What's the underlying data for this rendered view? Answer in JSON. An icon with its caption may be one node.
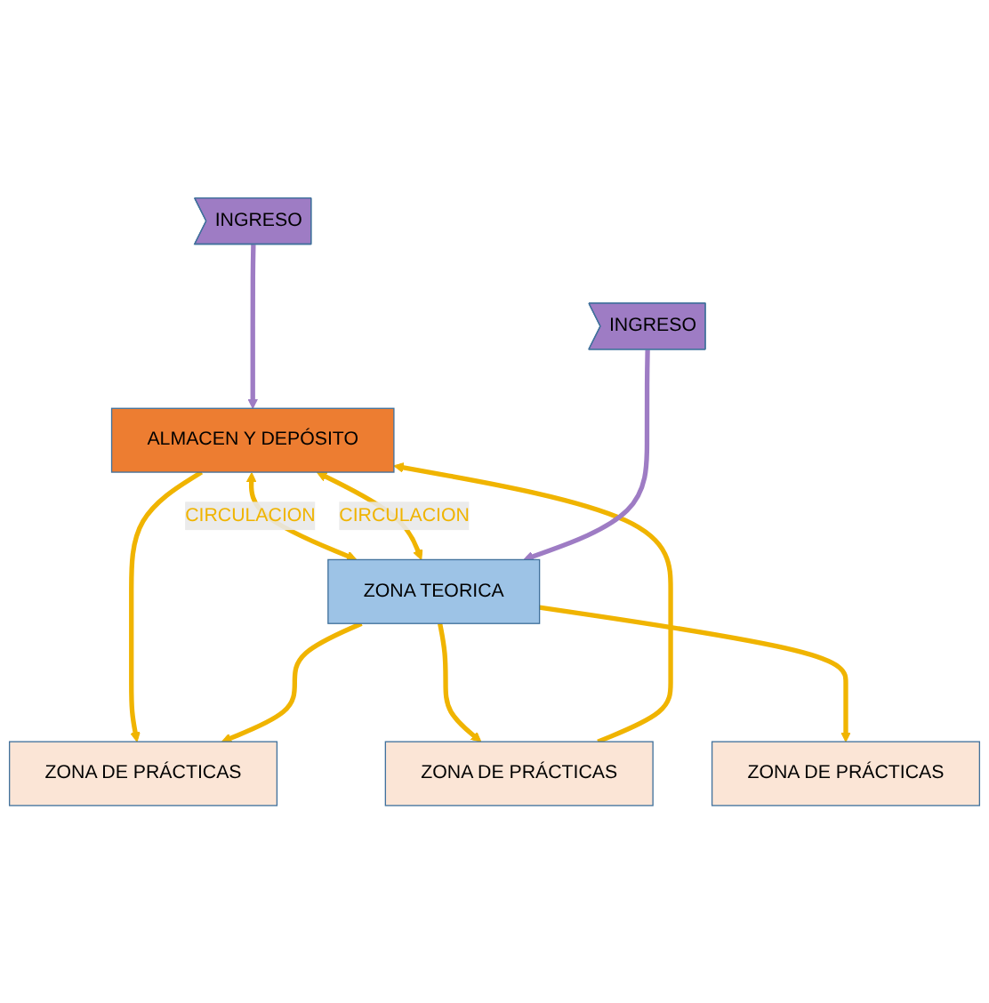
{
  "diagram": {
    "nodes": [
      {
        "text": [
          "ALMACEN Y DEPÓSITO"
        ]
      },
      {
        "text": [
          "ZONA DE PRÁCTICAS"
        ]
      },
      {
        "text": [
          "ZONA DE PRÁCTICAS"
        ]
      },
      {
        "text": [
          "ZONA DE PRÁCTICAS"
        ]
      },
      {
        "text": [
          "ZONA TEORICA"
        ]
      },
      {
        "text": [
          "INGRESO"
        ]
      },
      {
        "text": [
          "INGRESO"
        ]
      }
    ],
    "edges": [
      {
        "from": 0,
        "to": 1,
        "arrow": "to"
      },
      {
        "from": 2,
        "to": 0,
        "arrow": "to"
      },
      {
        "from": 0,
        "to": 4,
        "arrow": "both",
        "label": "CIRCULACION"
      },
      {
        "from": 0,
        "to": 4,
        "arrow": "both",
        "label": "CIRCULACION"
      },
      {
        "from": 4,
        "to": 1,
        "arrow": "to"
      },
      {
        "from": 4,
        "to": 2,
        "arrow": "to"
      },
      {
        "from": 4,
        "to": 3,
        "arrow": "to"
      },
      {
        "from": 5,
        "to": 0,
        "arrow": "to",
        "color": "#9e7cc4"
      },
      {
        "from": 6,
        "to": 4,
        "arrow": "to",
        "color": "#9e7cc4"
      }
    ]
  }
}
